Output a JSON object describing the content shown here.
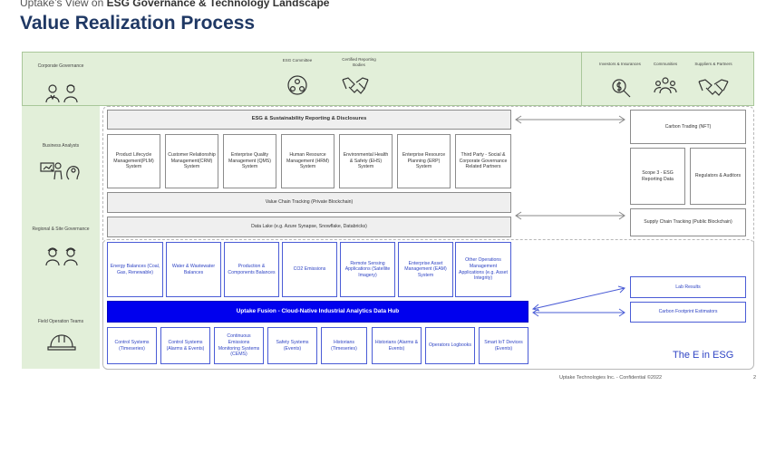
{
  "header": {
    "supertitle_prefix": "Uptake’s View on ",
    "supertitle_bold": "ESG Governance & Technology Landscape",
    "title": "Value Realization Process"
  },
  "left_column": {
    "corporate_governance": "Corporate Governance",
    "business_analysts": "Business Analysts",
    "regional_governance": "Regional & Site Governance",
    "field_operation": "Field Operation Teams"
  },
  "top_band": {
    "esg_committee": "ESG Committee",
    "certified_bodies": "Certified Reporting Bodies",
    "investors": "Investors & Insurances",
    "communities": "Communities",
    "suppliers": "Suppliers & Partners"
  },
  "gray_layer": {
    "reporting": "ESG & Sustainability Reporting & Disclosures",
    "systems": [
      "Product Lifecycle Management(PLM) System",
      "Customer Relationship Management(CRM) System",
      "Enterprise Quality Management (QMS) System",
      "Human Resource Management (HRM) System",
      "Environmental Health & Safety (EHS) System",
      "Enterprise Resource Planning (ERP) System",
      "Third Party - Social & Corporate Governance Related Partners"
    ],
    "value_chain": "Value Chain Tracking (Private Blockchain)",
    "data_lake": "Data Lake (e.g. Azure Synapse, Snowflake, Databricks)"
  },
  "right_gray": {
    "carbon_trading": "Carbon Trading (NFT)",
    "scope3": "Scope 3 - ESG Reporting Data",
    "regulators": "Regulators & Auditors",
    "supply_chain": "Supply Chain Tracking (Public Blockchain)"
  },
  "blue_layer": {
    "analytics": [
      "Energy Balances (Coal, Gas, Renewable)",
      "Water & Wastewater Balances",
      "Production & Components Balances",
      "CO2 Emissions",
      "Remote Sensing Applications (Satellite Imagery)",
      "Enterprise Asset Management (EAM) System",
      "Other Operations Management Applications (e.g. Asset Integrity)"
    ],
    "hub": "Uptake Fusion - Cloud-Native Industrial Analytics Data Hub",
    "sources": [
      "Control Systems (Timeseries)",
      "Control Systems (Alarms & Events)",
      "Continuous Emissions Monitoring Systems (CEMS)",
      "Safety Systems (Events)",
      "Historians (Timeseries)",
      "Historians (Alarms & Events)",
      "Operators Logbooks",
      "Smart IoT Devices (Events)"
    ],
    "lab_results": "Lab Results",
    "carbon_footprint": "Carbon Footprint Estimators",
    "e_in_esg": "The E in ESG"
  },
  "footer": {
    "text": "Uptake Technologies Inc. - Confidential ©2022",
    "page": "2"
  }
}
